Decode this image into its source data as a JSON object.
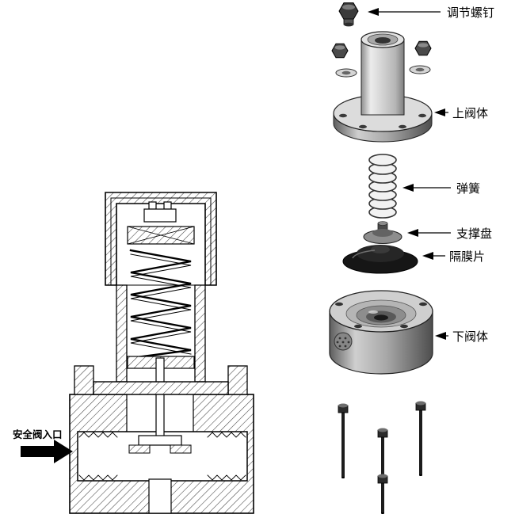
{
  "figure": {
    "type": "valve-exploded-assembly-diagram",
    "parts": {
      "adjusting_screw": "调节螺钉",
      "upper_valve_body": "上阀体",
      "spring": "弹簧",
      "support_disc": "支撑盘",
      "diaphragm": "隔膜片",
      "lower_valve_body": "下阀体"
    },
    "cross_section": {
      "inlet_label": "安全阀入口"
    },
    "colors": {
      "line": "#000000",
      "metal_light": "#d2d2d2",
      "metal_dark": "#4e4e4e",
      "diaphragm_black": "#161616",
      "background": "#ffffff"
    }
  }
}
